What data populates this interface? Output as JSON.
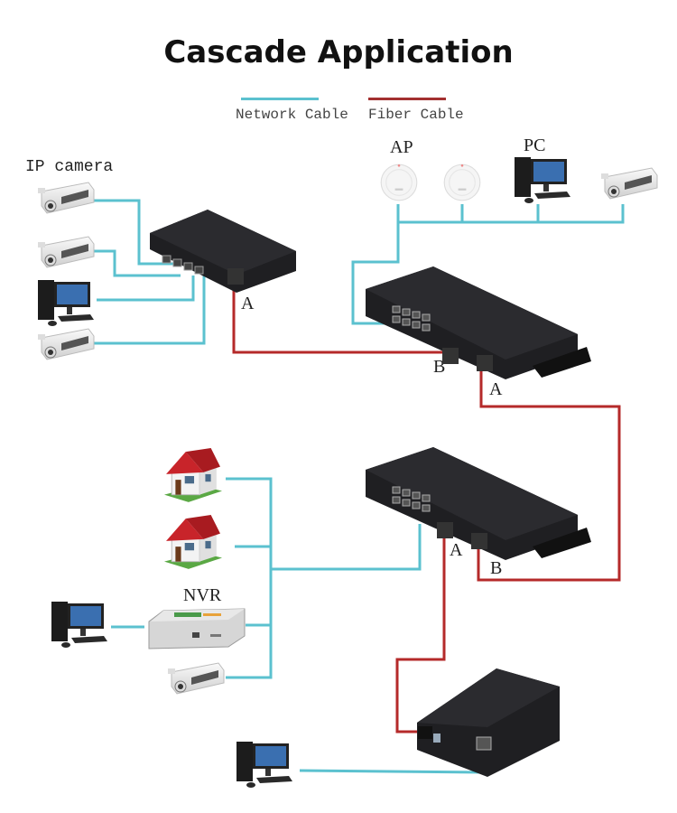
{
  "title": "Cascade Application",
  "legend": {
    "network": {
      "label": "Network Cable",
      "color": "#5bc1cf"
    },
    "fiber": {
      "label": "Fiber Cable",
      "color": "#b52a2a"
    }
  },
  "labels": {
    "ip_camera": "IP camera",
    "ap": "AP",
    "pc": "PC",
    "nvr": "NVR",
    "port_a": "A",
    "port_b": "B"
  },
  "devices": {
    "converter_top_left": {
      "type": "4-port fiber converter",
      "ports": 4
    },
    "converter_top_right": {
      "type": "8-port fiber converter",
      "ports": 8
    },
    "converter_middle": {
      "type": "8-port fiber converter",
      "ports": 8
    },
    "converter_bottom": {
      "type": "1-port media converter",
      "ports": 1
    }
  },
  "colors": {
    "device_body": "#1f1f22",
    "device_top": "#2b2b2f",
    "port": "#9a9a9a",
    "house_roof": "#c8242a",
    "house_wall": "#f3f3f3",
    "grass": "#5aa844",
    "camera": "#e6e6e6",
    "pc_case": "#1c1c1c",
    "pc_screen": "#3a6fb0"
  }
}
